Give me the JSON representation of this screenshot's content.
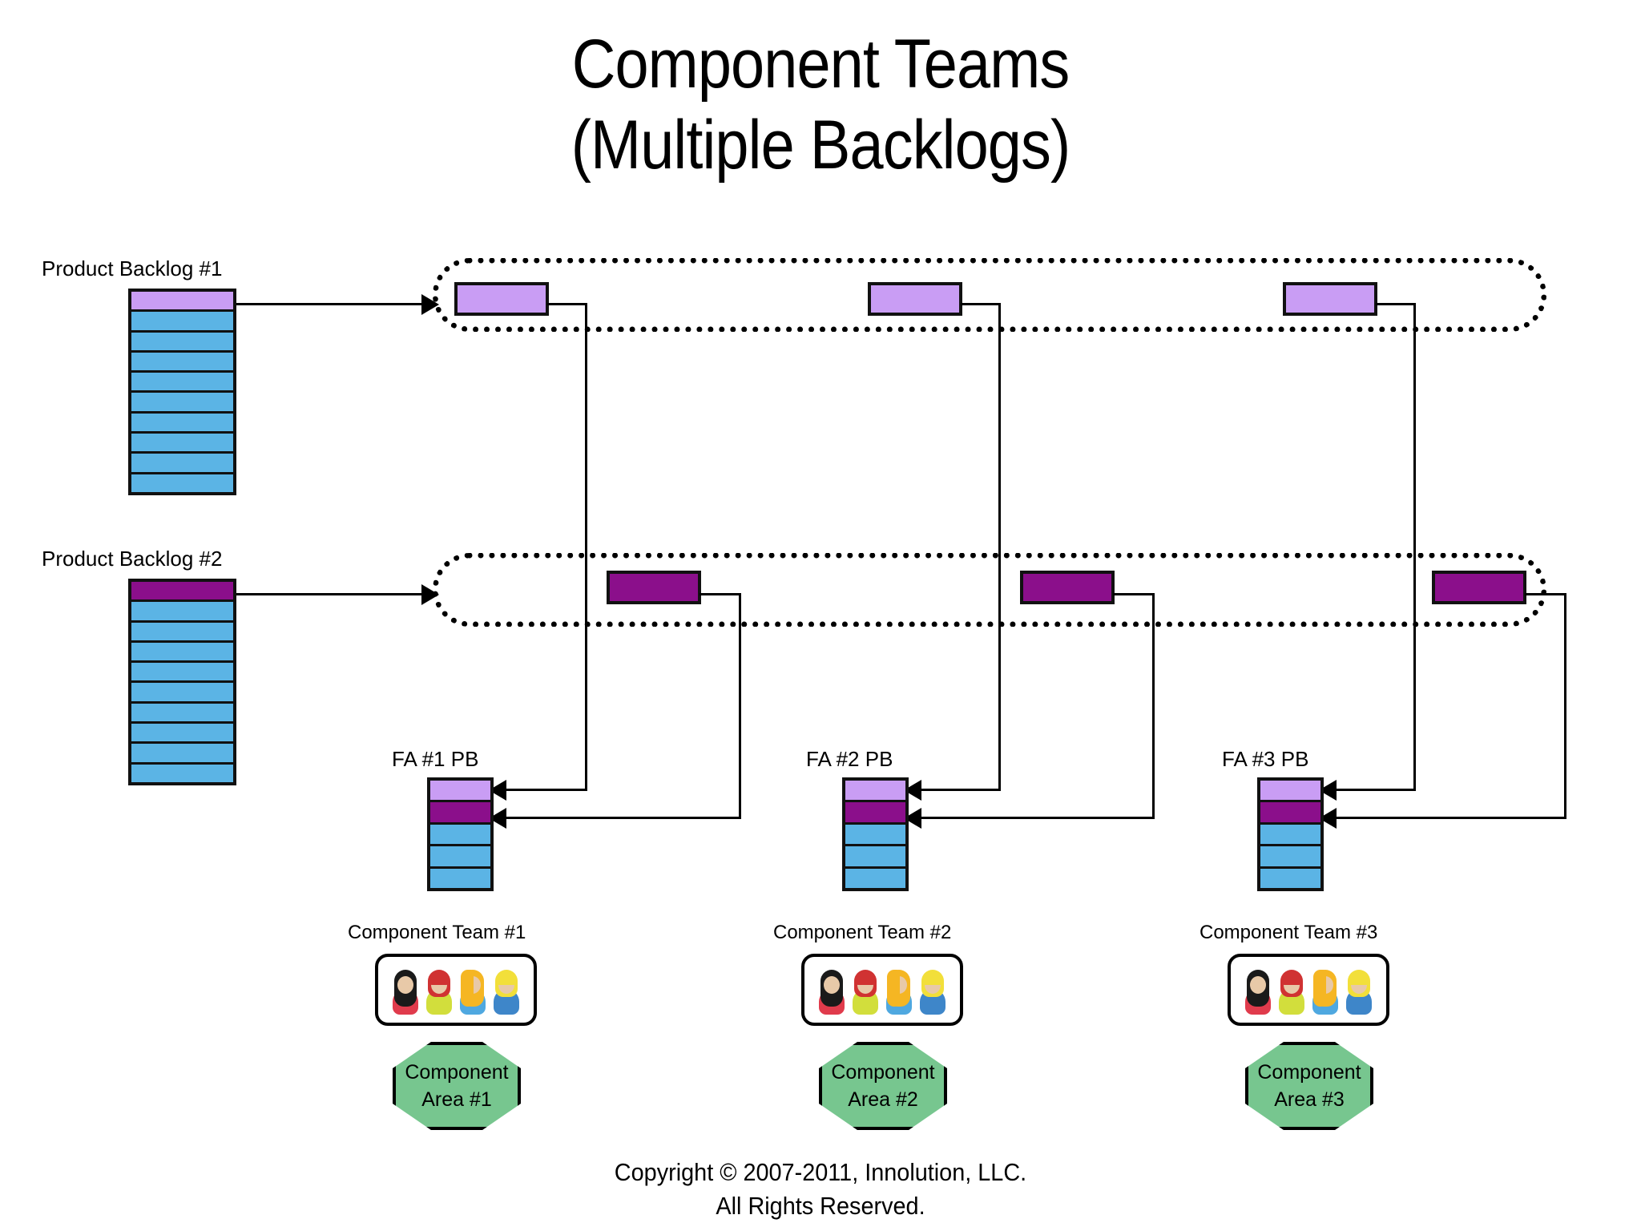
{
  "title": {
    "line1": "Component Teams",
    "line2": "(Multiple Backlogs)"
  },
  "colors": {
    "blue_item": "#5BB4E5",
    "violet_item": "#C99DF4",
    "purple_item": "#8B0F8B",
    "green_area": "#77C68F",
    "outline": "#111111",
    "background": "#FFFFFF"
  },
  "product_backlogs": [
    {
      "label": "Product Backlog #1",
      "top_item_color": "violet",
      "total_rows": 10,
      "rows": [
        "violet",
        "blue",
        "blue",
        "blue",
        "blue",
        "blue",
        "blue",
        "blue",
        "blue",
        "blue"
      ]
    },
    {
      "label": "Product Backlog #2",
      "top_item_color": "purple",
      "total_rows": 10,
      "rows": [
        "purple",
        "blue",
        "blue",
        "blue",
        "blue",
        "blue",
        "blue",
        "blue",
        "blue",
        "blue"
      ]
    }
  ],
  "sprint_containers": [
    {
      "name": "product-backlog-1-work-container",
      "item_color": "violet",
      "item_count": 3
    },
    {
      "name": "product-backlog-2-work-container",
      "item_color": "purple",
      "item_count": 3
    }
  ],
  "feature_area_backlogs": [
    {
      "label": "FA #1 PB",
      "rows": [
        "violet",
        "purple",
        "blue",
        "blue",
        "blue"
      ]
    },
    {
      "label": "FA #2 PB",
      "rows": [
        "violet",
        "purple",
        "blue",
        "blue",
        "blue"
      ]
    },
    {
      "label": "FA #3 PB",
      "rows": [
        "violet",
        "purple",
        "blue",
        "blue",
        "blue"
      ]
    }
  ],
  "teams": [
    {
      "label": "Component Team #1",
      "member_count": 4,
      "area_line1": "Component",
      "area_line2": "Area #1"
    },
    {
      "label": "Component Team #2",
      "member_count": 4,
      "area_line1": "Component",
      "area_line2": "Area #2"
    },
    {
      "label": "Component Team #3",
      "member_count": 4,
      "area_line1": "Component",
      "area_line2": "Area #3"
    }
  ],
  "avatars": [
    {
      "name": "member-black-hair-red-shirt",
      "hair": "#1A1A1A",
      "hair_style": "long",
      "body": "#E03B4C"
    },
    {
      "name": "member-red-cap-yellow-shirt",
      "hair": "#D03232",
      "hair_style": "cap",
      "body": "#D2DE3C"
    },
    {
      "name": "member-blonde-blue-shirt",
      "hair": "#F5B623",
      "hair_style": "side",
      "body": "#4FA8E0"
    },
    {
      "name": "member-yellow-cap-blue-shirt",
      "hair": "#F2DF3A",
      "hair_style": "cap",
      "body": "#3E86C9"
    }
  ],
  "copyright": {
    "line1": "Copyright © 2007-2011,  Innolution, LLC.",
    "line2": "All Rights Reserved."
  }
}
